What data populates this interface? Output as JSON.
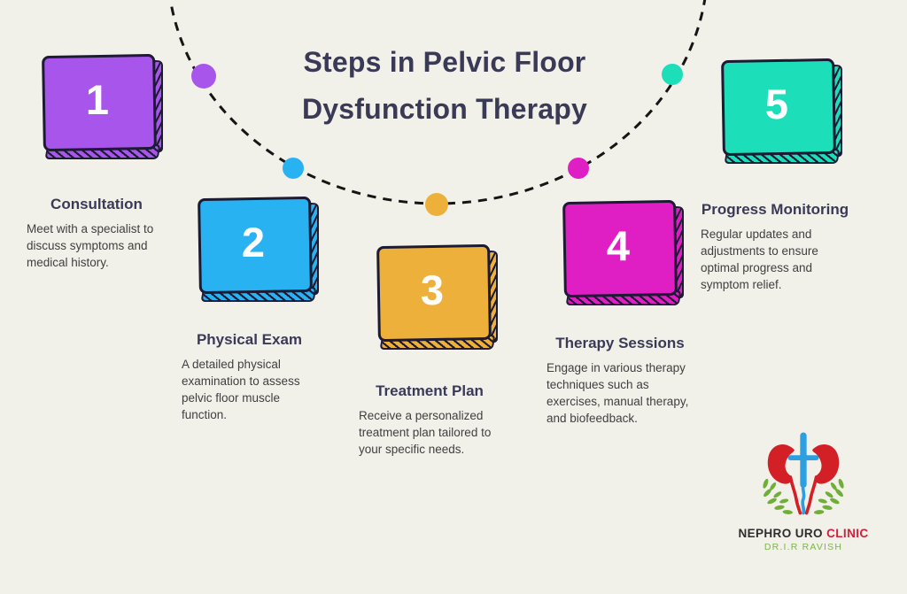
{
  "title": "Steps in Pelvic Floor Dysfunction Therapy",
  "steps": [
    {
      "number": "1",
      "label": "Consultation",
      "description": "Meet with a specialist to discuss symptoms and medical history.",
      "accent": "#a855ec"
    },
    {
      "number": "2",
      "label": "Physical Exam",
      "description": "A detailed physical examination to assess pelvic floor muscle function.",
      "accent": "#29b2f2"
    },
    {
      "number": "3",
      "label": "Treatment Plan",
      "description": "Receive a personalized treatment plan tailored to your specific needs.",
      "accent": "#edb13b"
    },
    {
      "number": "4",
      "label": "Therapy Sessions",
      "description": "Engage in various therapy techniques such as exercises, manual therapy, and biofeedback.",
      "accent": "#df1fc3"
    },
    {
      "number": "5",
      "label": "Progress Monitoring",
      "description": "Regular updates and adjustments to ensure optimal progress and symptom relief.",
      "accent": "#1cdeb9"
    }
  ],
  "logo": {
    "name_primary": "NEPHRO URO",
    "name_accent": "CLINIC",
    "subtitle": "DR.I.R RAVISH",
    "kidney_color": "#d32027",
    "cross_color": "#2b9fe0",
    "leaf_color": "#6fae37"
  },
  "palette": {
    "background": "#f1f0e9",
    "title_color": "#3a3a57",
    "description_color": "#3f3f3f",
    "card_outline": "#1d1b33",
    "arc_color": "#151515"
  }
}
